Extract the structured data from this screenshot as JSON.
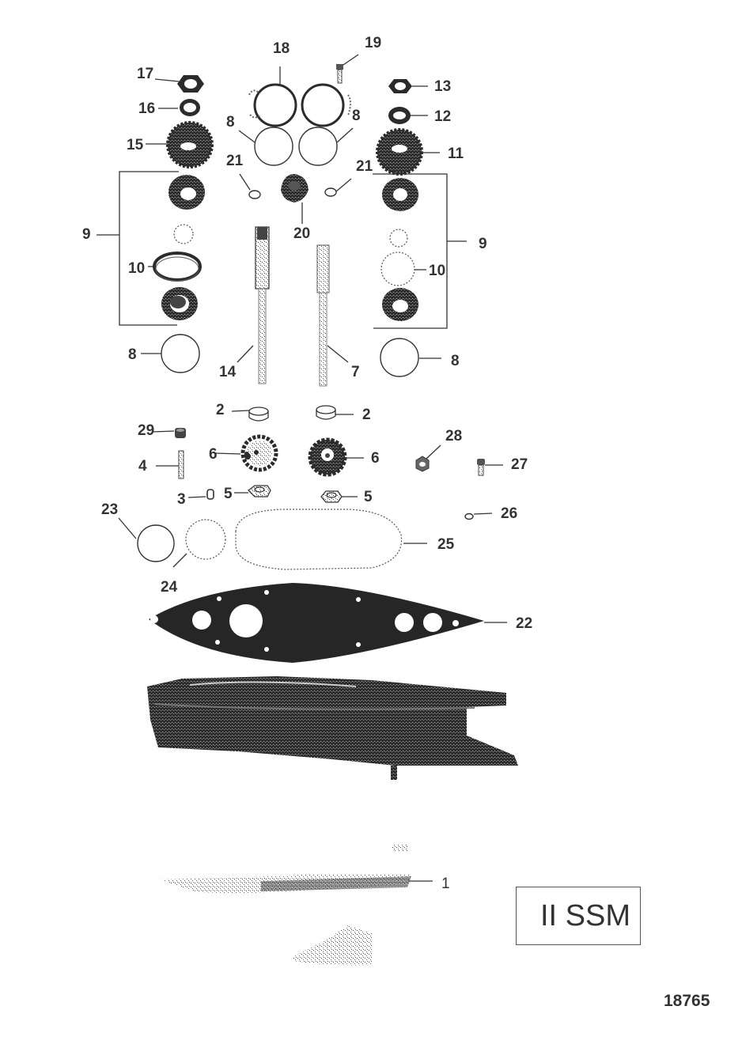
{
  "diagram": {
    "type": "exploded-parts-view",
    "model_label": "II SSM",
    "figure_number": "18765",
    "callouts": {
      "c1": "1",
      "c2a": "2",
      "c2b": "2",
      "c3": "3",
      "c4": "4",
      "c5a": "5",
      "c5b": "5",
      "c6a": "6",
      "c6b": "6",
      "c7": "7",
      "c8a": "8",
      "c8b": "8",
      "c8c": "8",
      "c8d": "8",
      "c9a": "9",
      "c9b": "9",
      "c10a": "10",
      "c10b": "10",
      "c11": "11",
      "c12": "12",
      "c13": "13",
      "c14": "14",
      "c15": "15",
      "c16": "16",
      "c17": "17",
      "c18": "18",
      "c19": "19",
      "c20": "20",
      "c21a": "21",
      "c21b": "21",
      "c22": "22",
      "c23": "23",
      "c24": "24",
      "c25": "25",
      "c26": "26",
      "c27": "27",
      "c28": "28",
      "c29": "29"
    },
    "parts": [
      {
        "ref": "1",
        "shape": "housing-bottom"
      },
      {
        "ref": "2",
        "shape": "bushing"
      },
      {
        "ref": "3",
        "shape": "dowel-pin"
      },
      {
        "ref": "4",
        "shape": "stud"
      },
      {
        "ref": "5",
        "shape": "nut"
      },
      {
        "ref": "6",
        "shape": "gear"
      },
      {
        "ref": "7",
        "shape": "shaft"
      },
      {
        "ref": "8",
        "shape": "o-ring"
      },
      {
        "ref": "9",
        "shape": "bearing-assembly"
      },
      {
        "ref": "10",
        "shape": "seal-ring"
      },
      {
        "ref": "11",
        "shape": "gear"
      },
      {
        "ref": "12",
        "shape": "washer"
      },
      {
        "ref": "13",
        "shape": "hex-nut"
      },
      {
        "ref": "14",
        "shape": "shaft"
      },
      {
        "ref": "15",
        "shape": "gear"
      },
      {
        "ref": "16",
        "shape": "washer"
      },
      {
        "ref": "17",
        "shape": "hex-nut"
      },
      {
        "ref": "18",
        "shape": "cover-plate"
      },
      {
        "ref": "19",
        "shape": "bolt"
      },
      {
        "ref": "20",
        "shape": "fitting"
      },
      {
        "ref": "21",
        "shape": "small-o-ring"
      },
      {
        "ref": "22",
        "shape": "gasket"
      },
      {
        "ref": "23",
        "shape": "o-ring"
      },
      {
        "ref": "24",
        "shape": "o-ring"
      },
      {
        "ref": "25",
        "shape": "large-seal"
      },
      {
        "ref": "26",
        "shape": "small-o-ring"
      },
      {
        "ref": "27",
        "shape": "screw"
      },
      {
        "ref": "28",
        "shape": "nut"
      },
      {
        "ref": "29",
        "shape": "nut"
      }
    ]
  }
}
